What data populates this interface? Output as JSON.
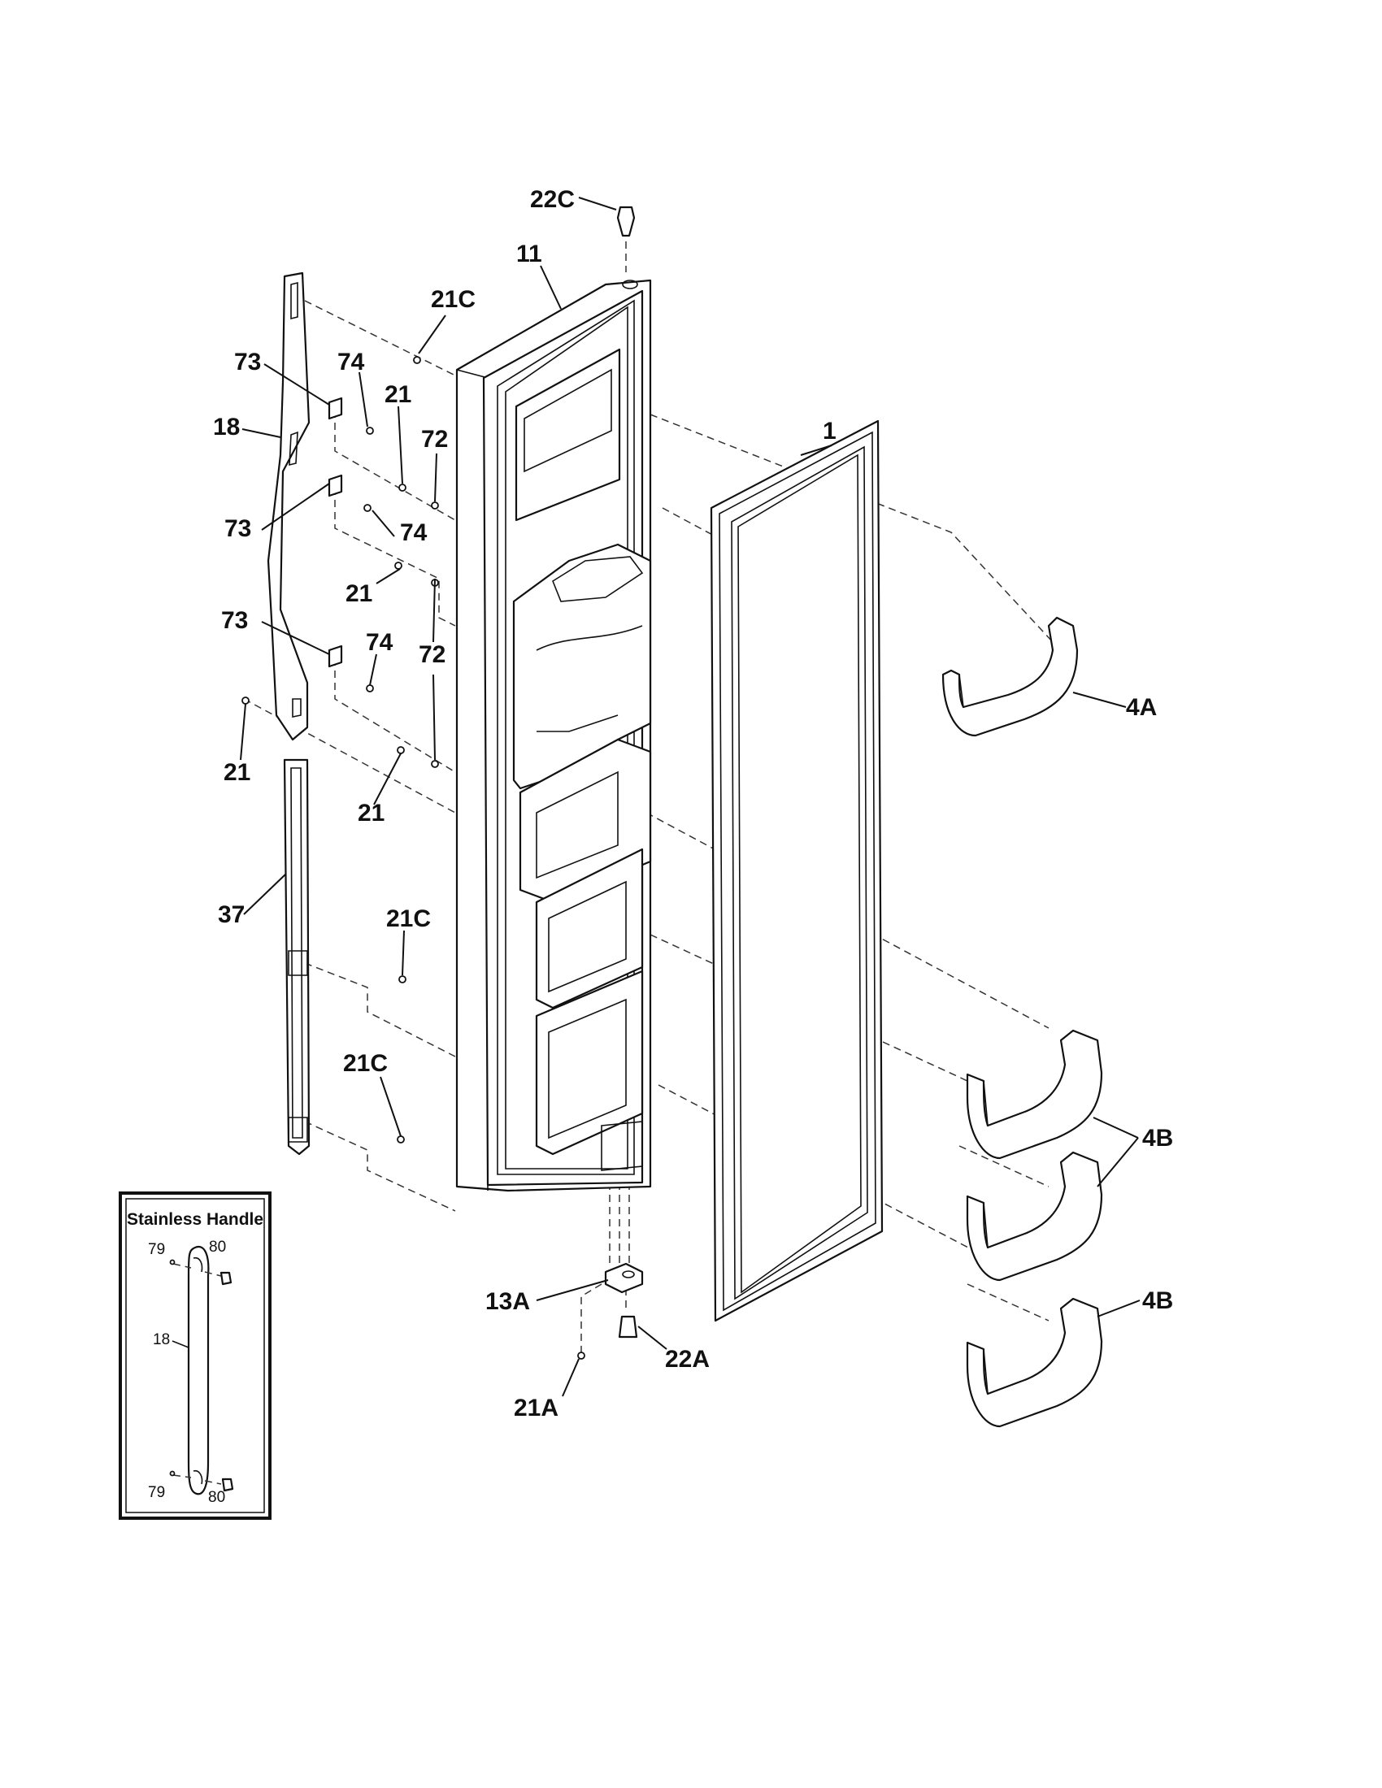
{
  "labels": {
    "l_22c": "22C",
    "l_11": "11",
    "l_21c_top": "21C",
    "l_73_a": "73",
    "l_74_a": "74",
    "l_21_a": "21",
    "l_72_a": "72",
    "l_18": "18",
    "l_73_b": "73",
    "l_74_b": "74",
    "l_21_b": "21",
    "l_73_c": "73",
    "l_74_c": "74",
    "l_72_b": "72",
    "l_21_c": "21",
    "l_21_d": "21",
    "l_1": "1",
    "l_4a": "4A",
    "l_37": "37",
    "l_21c_mid": "21C",
    "l_21c_low": "21C",
    "l_4b_a": "4B",
    "l_4b_b": "4B",
    "l_13a": "13A",
    "l_22a": "22A",
    "l_21a": "21A"
  },
  "inset": {
    "title": "Stainless Handle",
    "l_79_top": "79",
    "l_80_top": "80",
    "l_18": "18",
    "l_79_bottom": "79",
    "l_80_bottom": "80"
  }
}
